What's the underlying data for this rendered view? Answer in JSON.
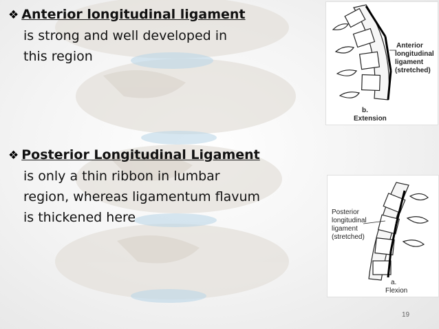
{
  "section1": {
    "bullet": "❖",
    "heading": "Anterior longitudinal ligament",
    "lines": [
      "is strong and well developed in",
      "this region"
    ]
  },
  "section2": {
    "bullet": "❖",
    "heading": "Posterior Longitudinal Ligament",
    "lines": [
      "is only a thin ribbon in lumbar",
      "region, whereas ligamentum flavum",
      "is thickened here"
    ]
  },
  "figure_b": {
    "label_lines": [
      "Anterior",
      "longitudinal",
      "ligament",
      "(stretched)"
    ],
    "caption_letter": "b.",
    "caption": "Extension"
  },
  "figure_a": {
    "label_lines": [
      "Posterior",
      "longitudinal",
      "ligament",
      "(stretched)"
    ],
    "caption_letter": "a.",
    "caption": "Flexion"
  },
  "page_number": "19"
}
